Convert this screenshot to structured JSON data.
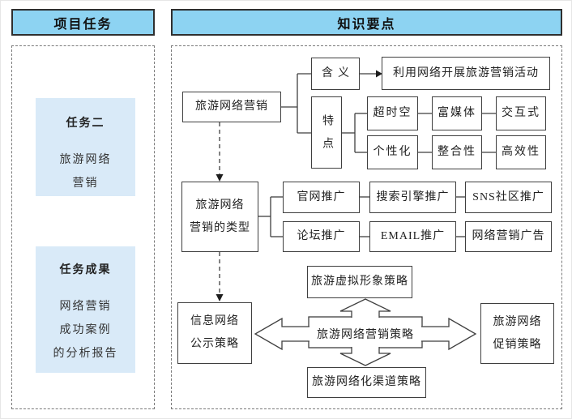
{
  "left_panel": {
    "header": "项目任务",
    "task": {
      "title": "任务二",
      "lines": [
        "旅游网络",
        "营销"
      ]
    },
    "result": {
      "title": "任务成果",
      "lines": [
        "网络营销",
        "成功案例",
        "的分析报告"
      ]
    }
  },
  "right_panel": {
    "header": "知识要点",
    "root": "旅游网络营销",
    "meaning": {
      "label": "含义",
      "value": "利用网络开展旅游营销活动"
    },
    "features": {
      "label": "特点",
      "items": [
        "超时空",
        "富媒体",
        "交互式",
        "个性化",
        "整合性",
        "高效性"
      ]
    },
    "types": {
      "label_lines": [
        "旅游网络",
        "营销的类型"
      ],
      "items": [
        "官网推广",
        "搜索引擎推广",
        "SNS社区推广",
        "论坛推广",
        "EMAIL推广",
        "网络营销广告"
      ]
    },
    "strategies": {
      "center": "旅游网络营销策略",
      "top": "旅游虚拟形象策略",
      "left_lines": [
        "信息网络",
        "公示策略"
      ],
      "right_lines": [
        "旅游网络",
        "促销策略"
      ],
      "bottom": "旅游网络化渠道策略"
    }
  },
  "colors": {
    "header_fill": "#8DD3F2",
    "task_fill": "#D9EAF8",
    "line": "#3f3f3f"
  }
}
